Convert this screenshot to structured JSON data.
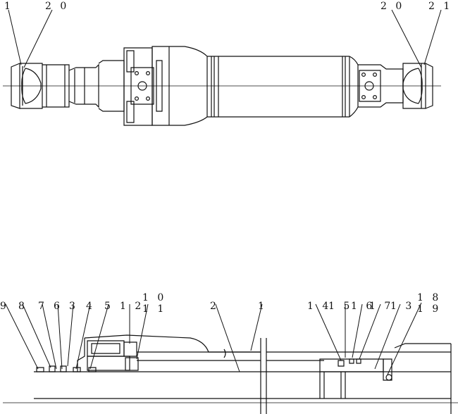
{
  "top_view": {
    "callouts": [
      {
        "id": "tl-1",
        "text": "1"
      },
      {
        "id": "tl-20a",
        "text": "2 0"
      },
      {
        "id": "tl-20b",
        "text": "2 0"
      },
      {
        "id": "tl-21",
        "text": "2 1"
      }
    ]
  },
  "section_view": {
    "callouts": [
      {
        "id": "s-9",
        "text": "9"
      },
      {
        "id": "s-8",
        "text": "8"
      },
      {
        "id": "s-7",
        "text": "7"
      },
      {
        "id": "s-6",
        "text": "6"
      },
      {
        "id": "s-3a",
        "text": "3"
      },
      {
        "id": "s-4",
        "text": "4"
      },
      {
        "id": "s-5",
        "text": "5"
      },
      {
        "id": "s-12",
        "text": "1 2"
      },
      {
        "id": "s-10",
        "text": "1 0"
      },
      {
        "id": "s-11",
        "text": "1 1"
      },
      {
        "id": "s-2",
        "text": "2"
      },
      {
        "id": "s-1",
        "text": "1"
      },
      {
        "id": "s-14",
        "text": "1 4"
      },
      {
        "id": "s-15",
        "text": "1 5"
      },
      {
        "id": "s-16",
        "text": "1 6"
      },
      {
        "id": "s-17",
        "text": "1 7"
      },
      {
        "id": "s-13",
        "text": "1 3"
      },
      {
        "id": "s-18",
        "text": "1 8"
      },
      {
        "id": "s-19",
        "text": "1 9"
      }
    ]
  }
}
